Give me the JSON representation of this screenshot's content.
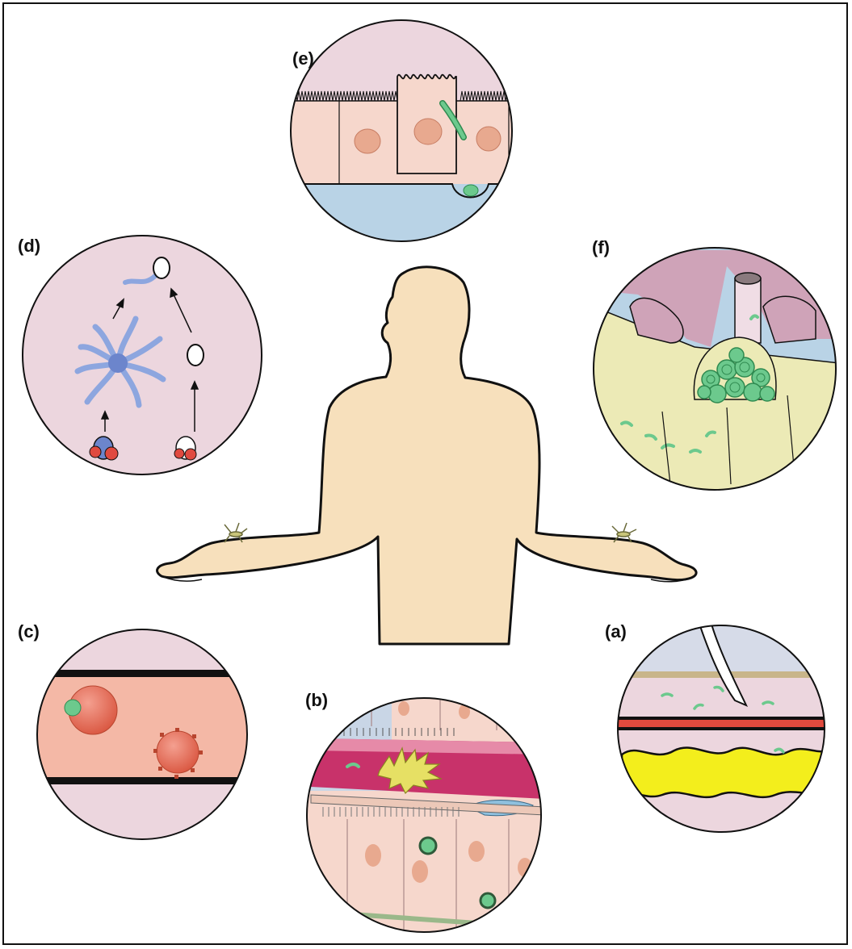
{
  "panels": {
    "a": {
      "label": "(a)"
    },
    "b": {
      "label": "(b)"
    },
    "c": {
      "label": "(c)"
    },
    "d": {
      "label": "(d)"
    },
    "e": {
      "label": "(e)"
    },
    "f": {
      "label": "(f)"
    }
  },
  "colors": {
    "skin": "#f7e0bc",
    "outline": "#111111",
    "pink_bg": "#ecd6de",
    "cell_fill": "#f6d7cc",
    "blood_blue": "#b9d3e6",
    "parasite_green": "#6cc98d",
    "vessel_red": "#e86a5a",
    "fat_yellow": "#f3ee1c",
    "gland_yellow": "#eceab6",
    "gland_pink": "#cfa3b8",
    "dendritic_blue": "#8da6df"
  }
}
